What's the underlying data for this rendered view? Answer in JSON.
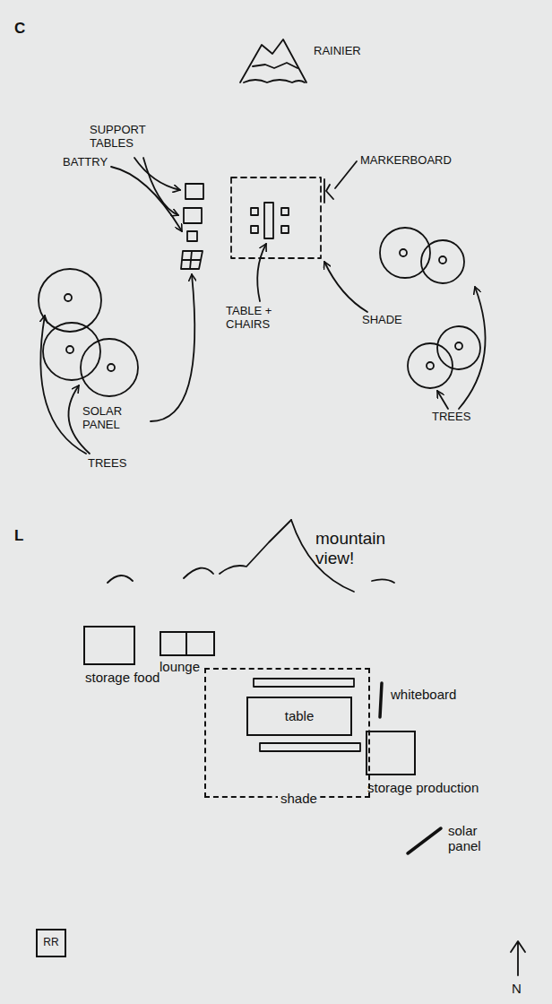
{
  "diagram": {
    "nodes": [
      {
        "text": [
          "storage food"
        ]
      },
      {
        "text": [
          "lounge"
        ]
      },
      {
        "text": [
          "shade"
        ]
      },
      {
        "text": [
          "table"
        ],
        "in": 2
      },
      {
        "text": [
          "storage production"
        ]
      },
      {
        "text": [
          "RR"
        ]
      }
    ],
    "labels": [
      "C",
      "RAINIER",
      "SUPPORT TABLES",
      "BATTRY",
      "MARKERBOARD",
      "TABLE + CHAIRS",
      "SOLAR PANEL",
      "SHADE",
      "TREES",
      "TREES",
      "L",
      "mountain view!",
      "whiteboard",
      "solar panel",
      "N"
    ]
  }
}
